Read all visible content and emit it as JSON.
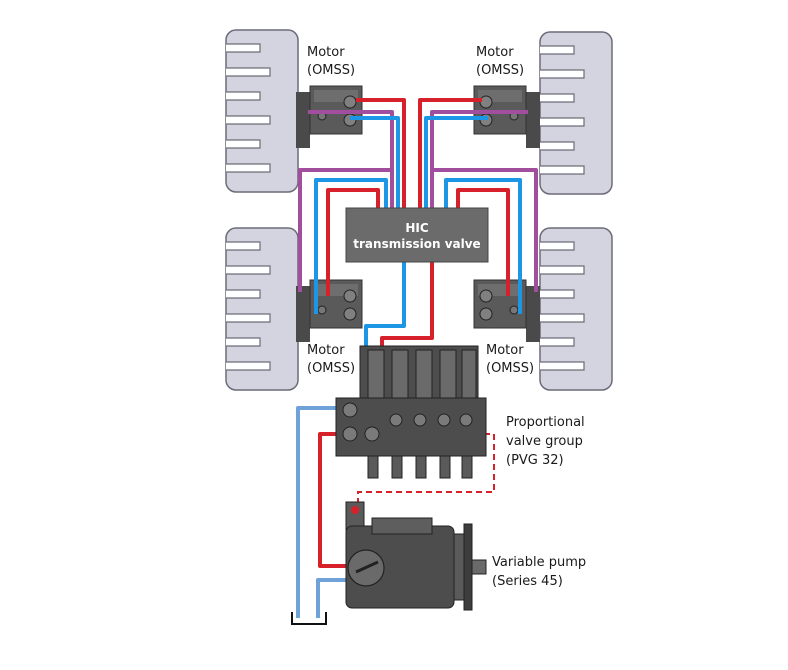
{
  "labels": {
    "motor_top_left": [
      "Motor",
      "(OMSS)"
    ],
    "motor_top_right": [
      "Motor",
      "(OMSS)"
    ],
    "motor_bottom_left": [
      "Motor",
      "(OMSS)"
    ],
    "motor_bottom_right": [
      "Motor",
      "(OMSS)"
    ],
    "hic": [
      "HIC",
      "transmission valve"
    ],
    "pvg": [
      "Proportional",
      "valve group",
      "(PVG 32)"
    ],
    "pump": [
      "Variable pump",
      "(Series 45)"
    ]
  },
  "colors": {
    "pressure_line": "#d6202a",
    "return_line": "#1e96e6",
    "tank_line": "#6fa2d8",
    "drain_line": "#a24e9e",
    "wheel_fill": "#d4d3e0",
    "wheel_stroke": "#6c6c78",
    "component_dark": "#4d4d4d",
    "component_mid": "#6a6a6a",
    "hic_box": "#6b6b6b"
  }
}
